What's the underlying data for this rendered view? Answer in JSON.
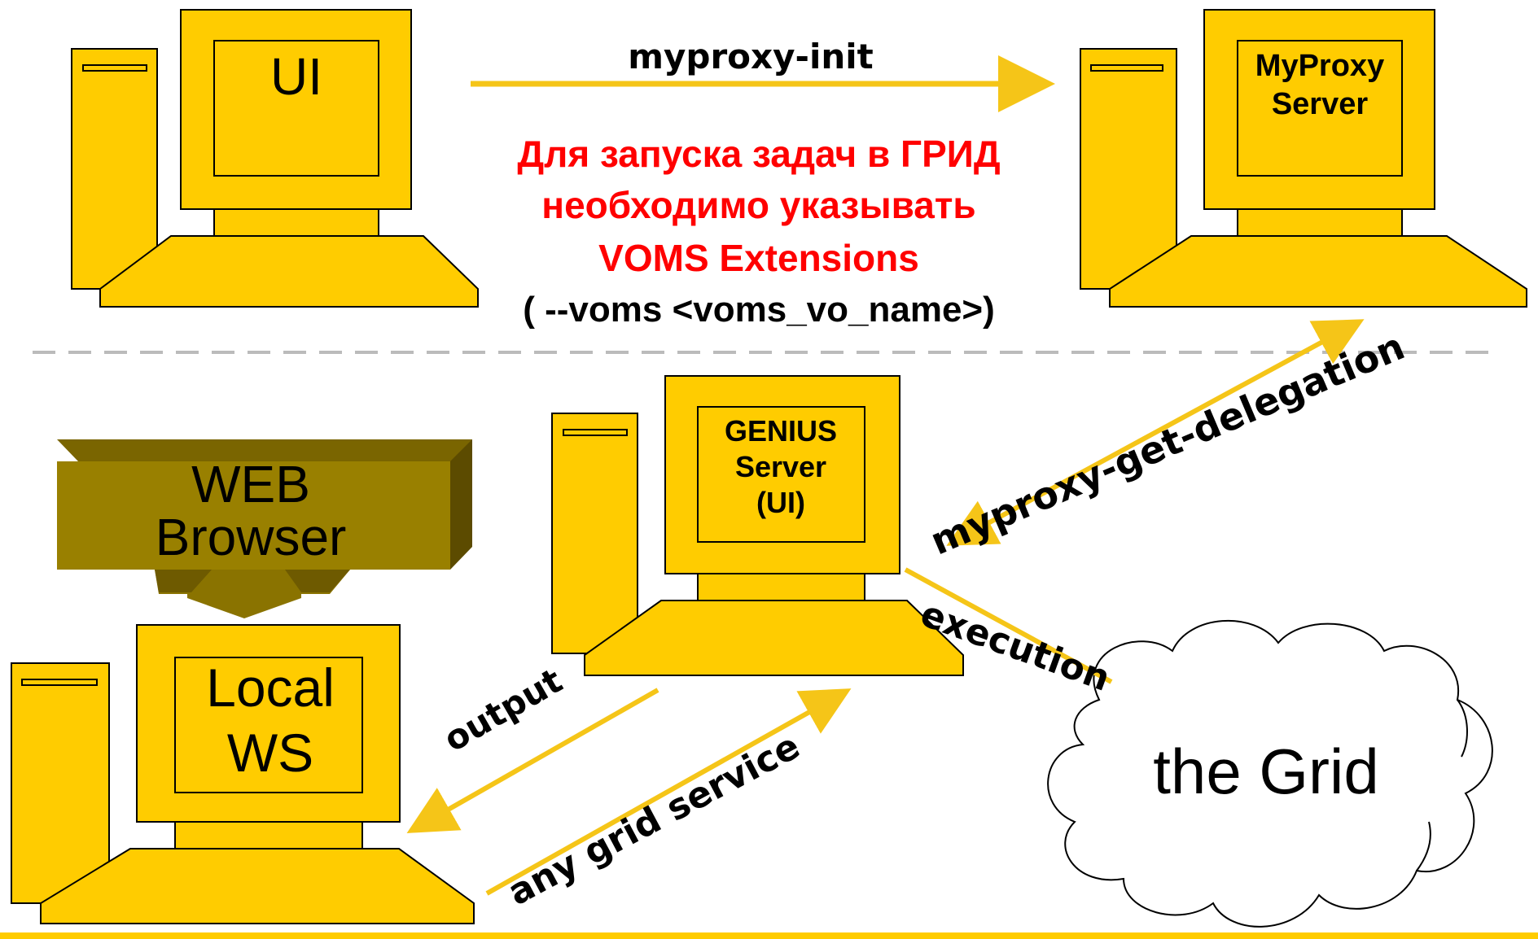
{
  "nodes": {
    "ui": {
      "label": "UI"
    },
    "myproxy_server": {
      "line1": "MyProxy",
      "line2": "Server"
    },
    "genius_server": {
      "line1": "GENIUS",
      "line2": "Server",
      "line3": "(UI)"
    },
    "local_ws": {
      "line1": "Local",
      "line2": "WS"
    },
    "web_browser": {
      "line1": "WEB",
      "line2": "Browser"
    },
    "grid": {
      "label": "the Grid"
    }
  },
  "edges": {
    "myproxy_init": "myproxy-init",
    "myproxy_get_delegation": "myproxy-get-delegation",
    "execution": "execution",
    "output": "output",
    "any_grid_service": "any grid service"
  },
  "note": {
    "line1": "Для запуска  задач в ГРИД",
    "line2": "необходимо указывать",
    "line3": "VOMS Extensions",
    "line4": "( --voms <voms_vo_name>)"
  },
  "colors": {
    "computer_fill": "#FFCC00",
    "arrow": "#F5C518",
    "note_text": "#FF0000",
    "browser_fill": "#998000",
    "browser_dark": "#6E5A00",
    "divider": "#BBBBBB",
    "bottom_rule": "#FFCC00"
  }
}
